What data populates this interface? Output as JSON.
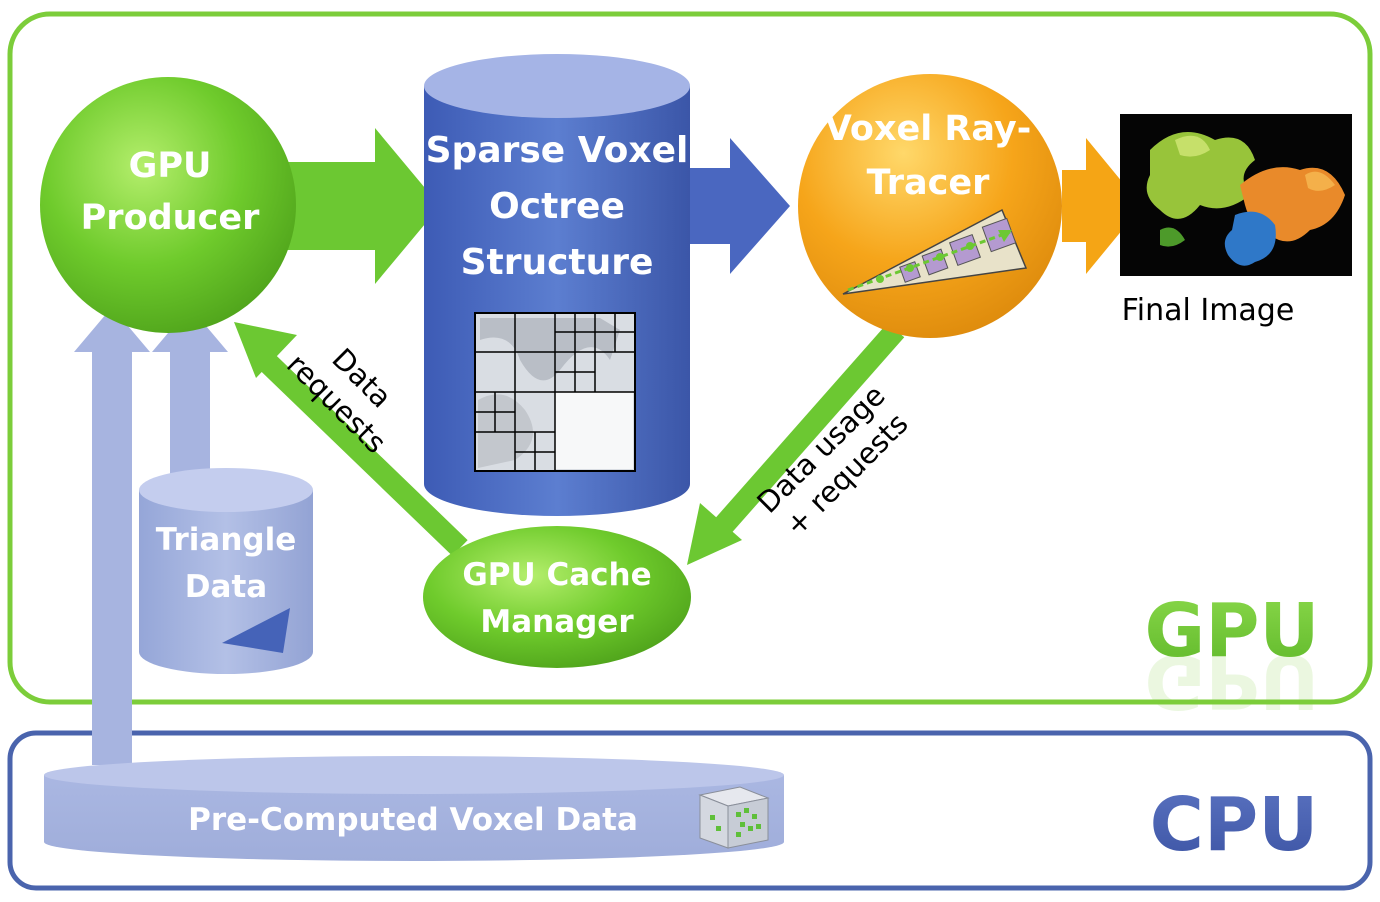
{
  "nodes": {
    "gpu_producer": [
      "GPU",
      "Producer"
    ],
    "svo": [
      "Sparse Voxel",
      "Octree",
      "Structure"
    ],
    "ray_tracer": [
      "Voxel Ray-",
      "Tracer"
    ],
    "triangle_data": [
      "Triangle",
      "Data"
    ],
    "cache_manager": [
      "GPU Cache",
      "Manager"
    ],
    "precomputed": "Pre-Computed Voxel Data"
  },
  "edge_labels": {
    "data_requests": [
      "Data",
      "requests"
    ],
    "usage_requests": [
      "Data usage",
      "+ requests"
    ]
  },
  "final_image_caption": "Final Image",
  "regions": {
    "gpu": "GPU",
    "cpu": "CPU"
  },
  "colors": {
    "gpu_region": "#7ccd3a",
    "cpu_region": "#4a64ad",
    "producer": "#6cc832",
    "octree": "#4f6fc4",
    "ray_tracer": "#f4a41a",
    "cpu_data": "#a9b6e0"
  }
}
